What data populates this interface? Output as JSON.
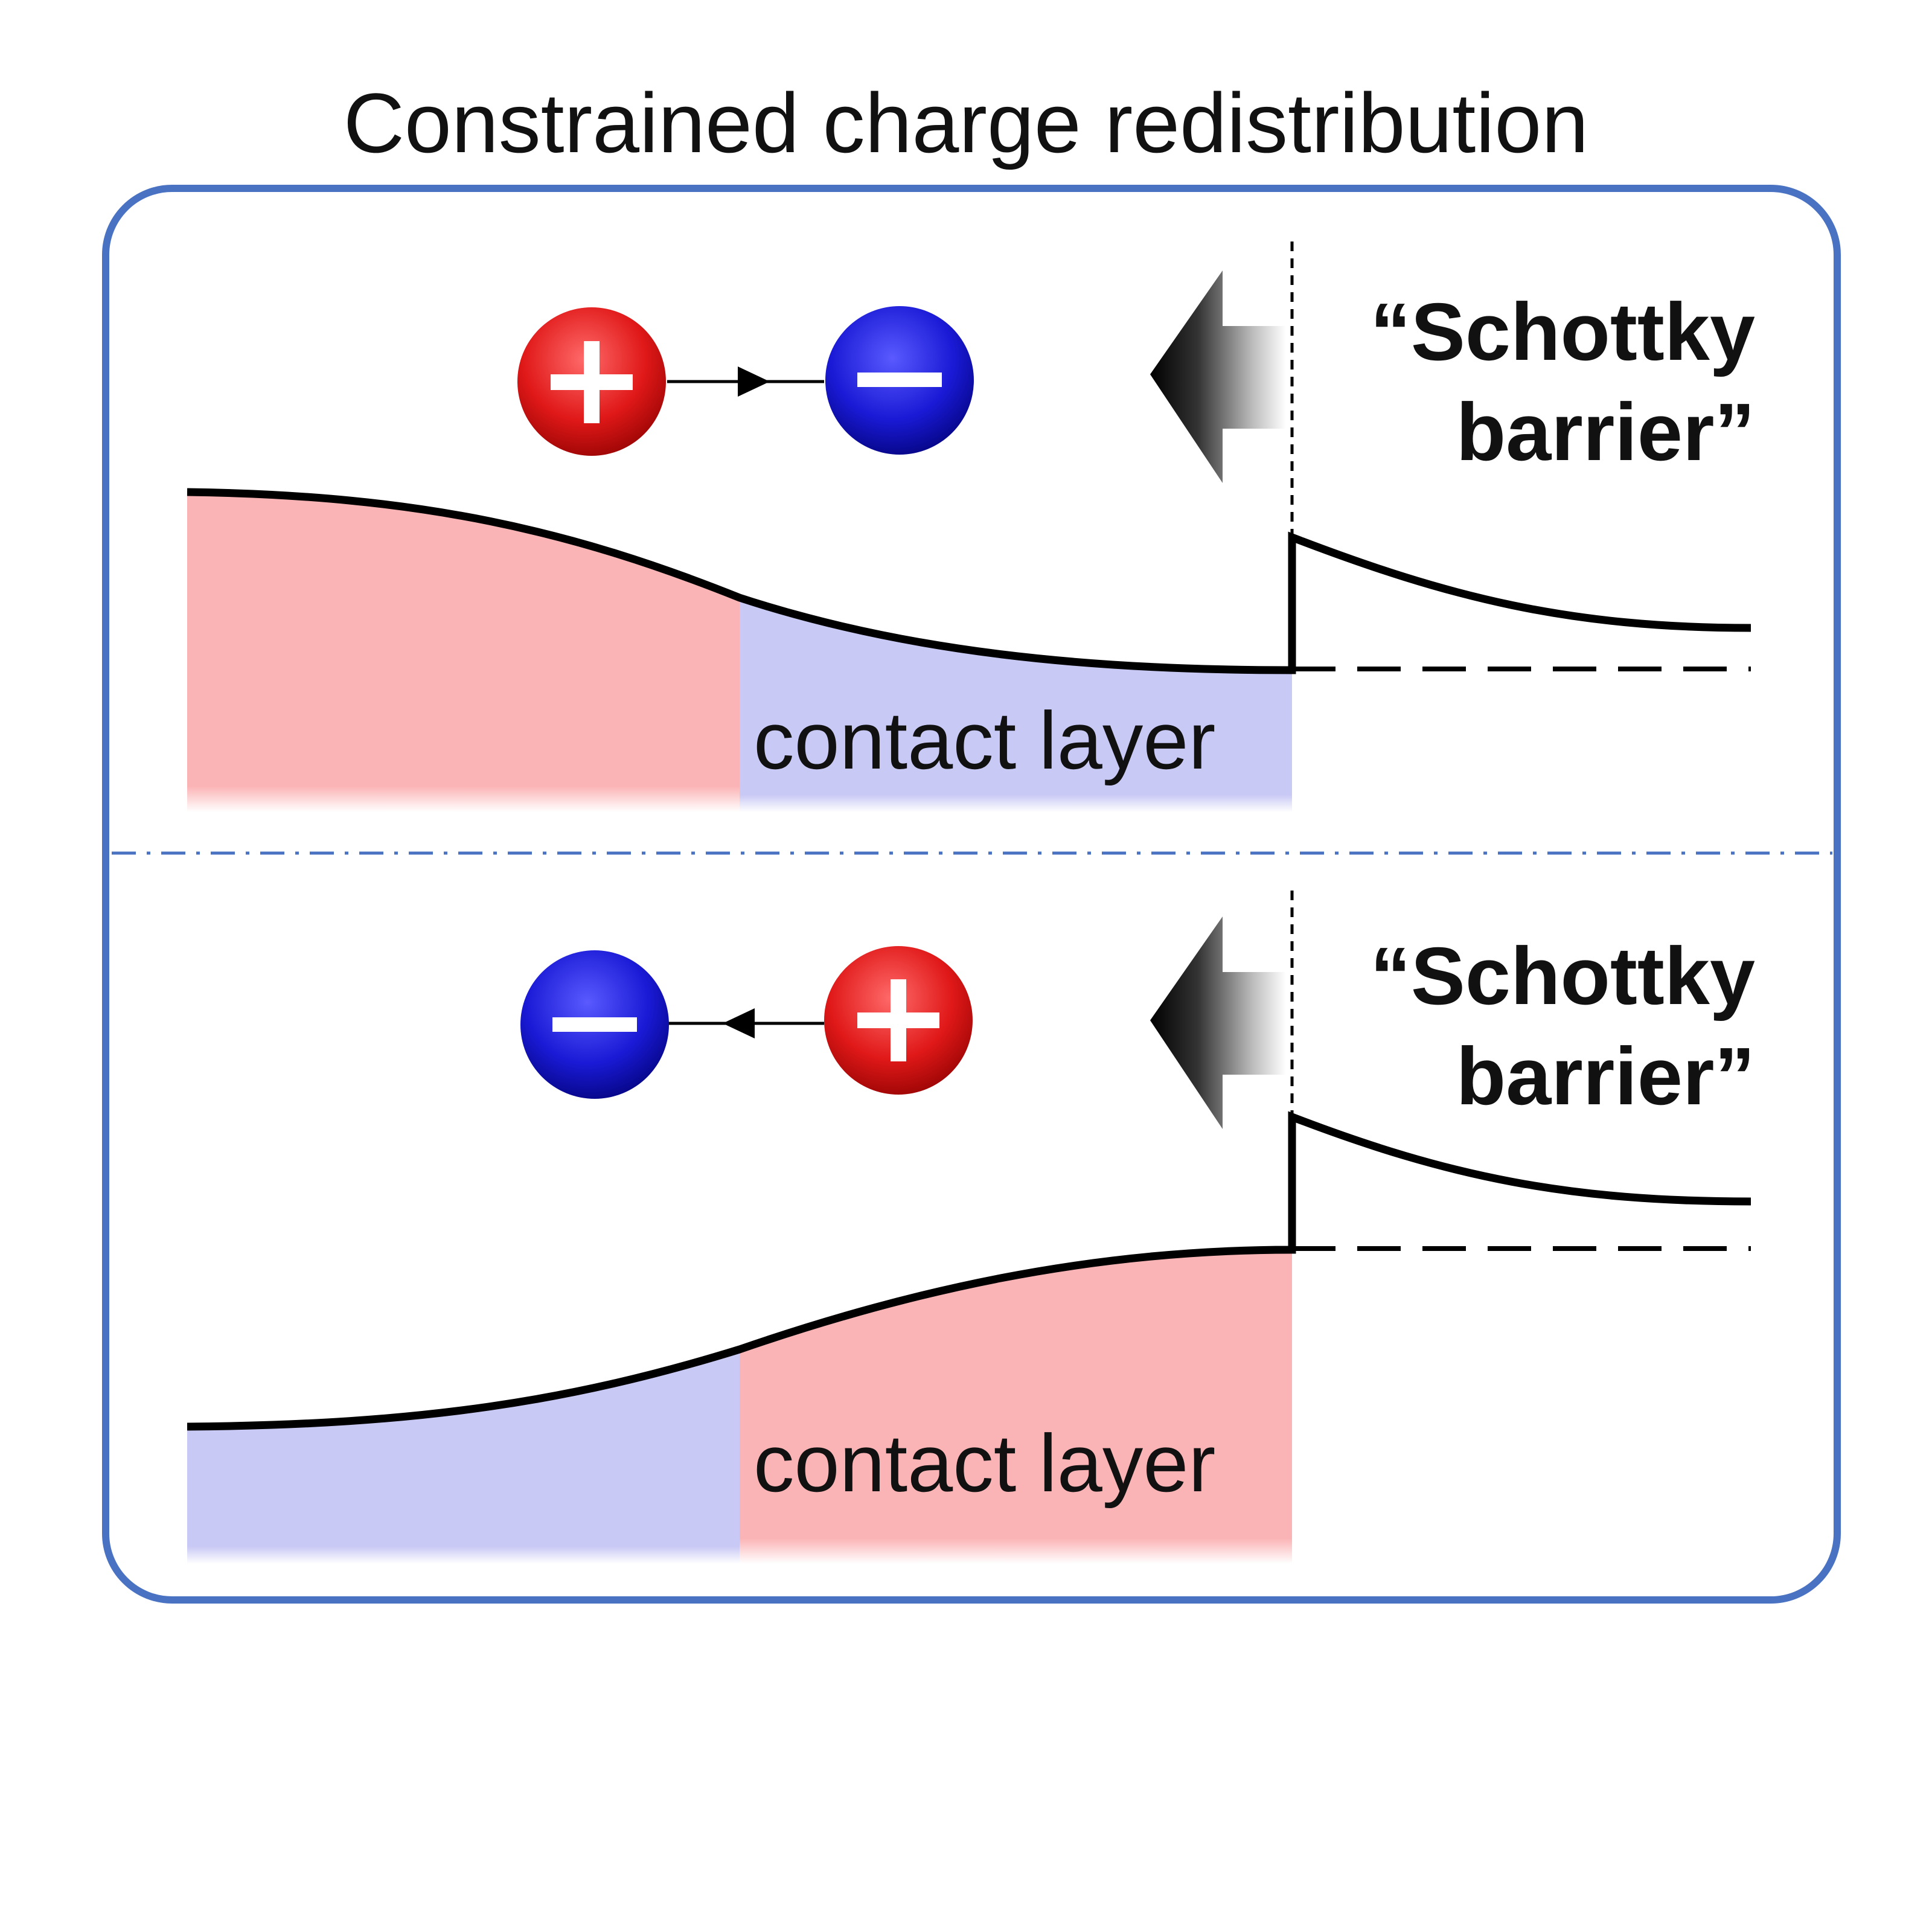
{
  "title": "Constrained charge redistribution",
  "colors": {
    "frame": "#4a72c2",
    "positive_region": "#fbb4b6",
    "negative_region": "#c9c9f5",
    "positive_charge": "#e01818",
    "negative_charge": "#1a1ad6",
    "curve": "#000000"
  },
  "panels": [
    {
      "barrier_label_line1": "“Schottky",
      "barrier_label_line2": "barrier”",
      "layer_label": "contact layer",
      "dipole_left_sign": "+",
      "dipole_right_sign": "−",
      "dipole_direction": "left-to-right",
      "left_region": "positive",
      "contact_layer_region": "negative"
    },
    {
      "barrier_label_line1": "“Schottky",
      "barrier_label_line2": "barrier”",
      "layer_label": "contact layer",
      "dipole_left_sign": "−",
      "dipole_right_sign": "+",
      "dipole_direction": "right-to-left",
      "left_region": "negative",
      "contact_layer_region": "positive"
    }
  ],
  "icons": [
    "large-left-arrow-icon",
    "positive-charge-icon",
    "negative-charge-icon"
  ]
}
